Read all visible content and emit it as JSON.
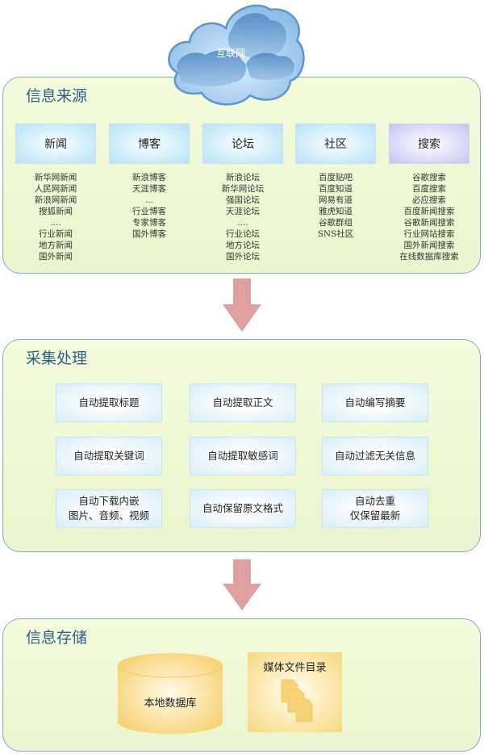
{
  "cloud": {
    "label": "互联网"
  },
  "sources": {
    "title": "信息来源",
    "categories": [
      {
        "label": "新闻",
        "items": [
          "新华网新闻",
          "人民网新闻",
          "新浪网新闻",
          "搜狐新闻",
          "....",
          "行业新闻",
          "地方新闻",
          "国外新闻"
        ]
      },
      {
        "label": "博客",
        "items": [
          "新浪博客",
          "天涯博客",
          "...",
          "行业博客",
          "专家博客",
          "国外博客"
        ]
      },
      {
        "label": "论坛",
        "items": [
          "新浪论坛",
          "新华网论坛",
          "强国论坛",
          "天涯论坛",
          "....",
          "行业论坛",
          "地方论坛",
          "国外论坛"
        ]
      },
      {
        "label": "社区",
        "items": [
          "百度贴吧",
          "百度知道",
          "网易有道",
          "雅虎知道",
          "谷歌群组",
          "SNS社区"
        ]
      },
      {
        "label": "搜索",
        "items": [
          "谷歌搜索",
          "百度搜索",
          "必应搜索",
          "百度新闻搜索",
          "谷歌新闻搜索",
          "行业网站搜索",
          "国外新闻搜索",
          "在线数据库搜索"
        ]
      }
    ]
  },
  "processing": {
    "title": "采集处理",
    "steps": [
      [
        "自动提取标题"
      ],
      [
        "自动提取正文"
      ],
      [
        "自动编写摘要"
      ],
      [
        "自动提取关键词"
      ],
      [
        "自动提取敏感词"
      ],
      [
        "自动过滤无关信息"
      ],
      [
        "自动下载内嵌",
        "图片、音频、视频"
      ],
      [
        "自动保留原文格式"
      ],
      [
        "自动去重",
        "仅保留最新"
      ]
    ]
  },
  "storage": {
    "title": "信息存储",
    "database": "本地数据库",
    "media": "媒体文件目录"
  },
  "colors": {
    "arrow": "#e0a0a0",
    "title": "#2e5f86",
    "panel": "#eef8d4"
  }
}
